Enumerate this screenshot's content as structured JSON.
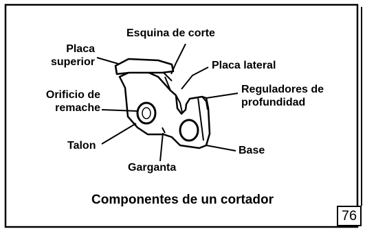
{
  "labels": {
    "esquina": "Esquina de corte",
    "placa_superior_1": "Placa",
    "placa_superior_2": "superior",
    "placa_lateral": "Placa lateral",
    "reguladores_1": "Reguladores de",
    "reguladores_2": "profundidad",
    "orificio_1": "Orificio de",
    "orificio_2": "remache",
    "talon": "Talon",
    "base": "Base",
    "garganta": "Garganta"
  },
  "caption": "Componentes de un cortador",
  "page_number": "76"
}
